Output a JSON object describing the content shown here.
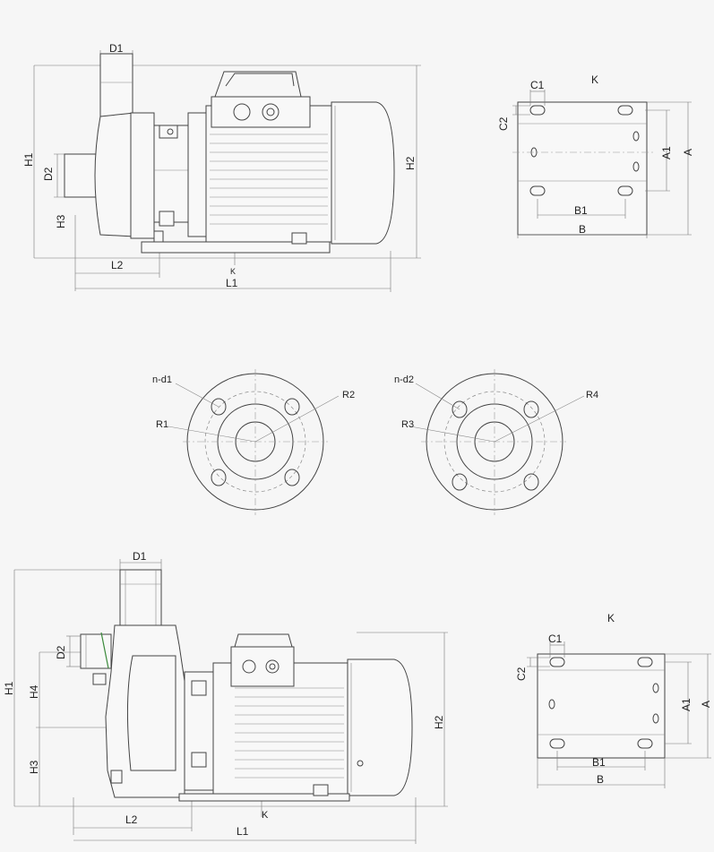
{
  "labels": {
    "D1": "D1",
    "D2": "D2",
    "H1": "H1",
    "H2": "H2",
    "H3": "H3",
    "H4": "H4",
    "L1": "L1",
    "L2": "L2",
    "K": "K",
    "A": "A",
    "A1": "A1",
    "B": "B",
    "B1": "B1",
    "C1": "C1",
    "C2": "C2",
    "R1": "R1",
    "R2": "R2",
    "R3": "R3",
    "R4": "R4",
    "nd1": "n-d1",
    "nd2": "n-d2"
  },
  "colors": {
    "line": "#444444",
    "dimension": "#777777",
    "background": "#f6f6f6",
    "accent": "#3a8a3a"
  }
}
